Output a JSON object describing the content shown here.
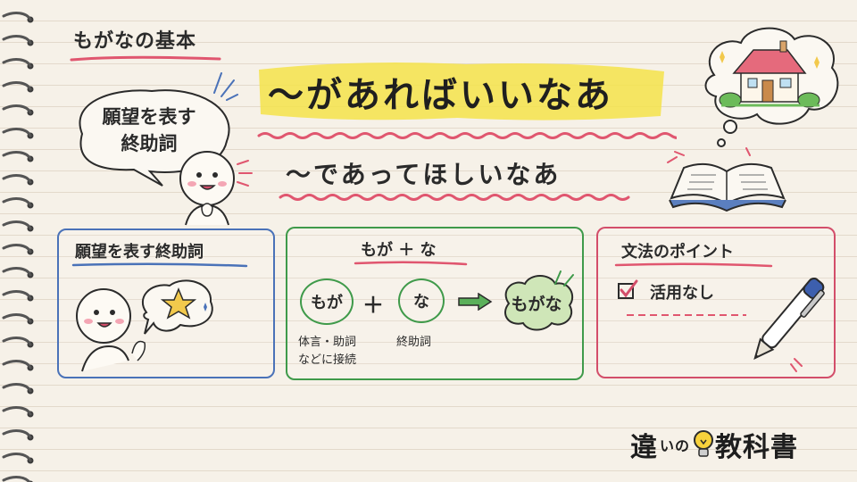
{
  "section_title": "もがなの基本",
  "main_title": "〜があればいいなあ",
  "sub_title": "〜であってほしいなあ",
  "bubble": {
    "line1": "願望を表す",
    "line2": "終助詞"
  },
  "card_meaning": {
    "title": "願望を表す終助詞"
  },
  "card_formation": {
    "title": "もが ＋ な",
    "part1": "もが",
    "plus": "＋",
    "part2": "な",
    "result": "もがな",
    "label1_line1": "体言・助詞",
    "label1_line2": "などに接続",
    "label2": "終助詞"
  },
  "card_grammar": {
    "title": "文法のポイント",
    "item": "活用なし"
  },
  "logo": {
    "part1": "違",
    "part2": "いの",
    "part3": "教科書"
  },
  "colors": {
    "highlight": "#f5e34a",
    "wave_red": "#e0566f",
    "green": "#3f9a4a",
    "blue": "#4a72b8",
    "red": "#d34e6a"
  }
}
